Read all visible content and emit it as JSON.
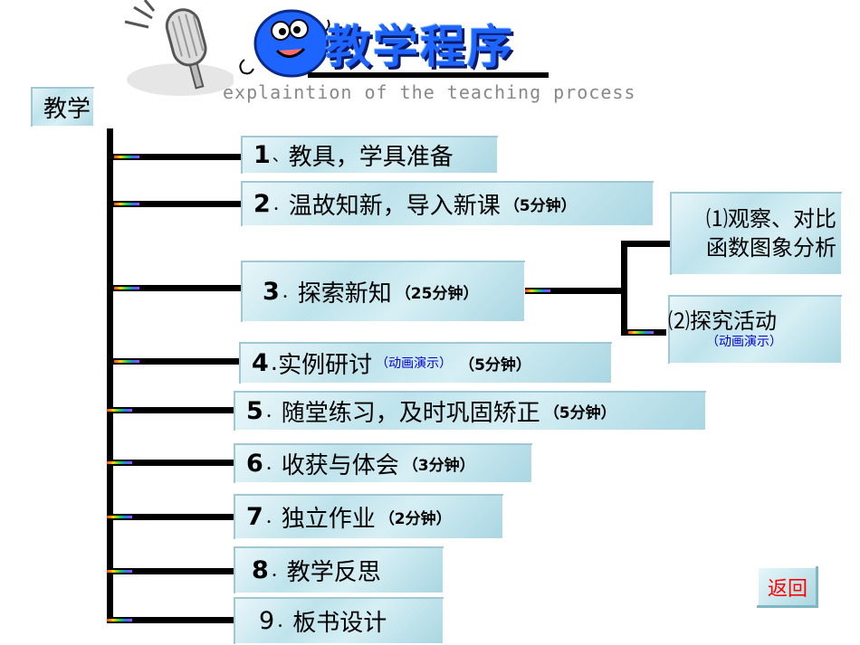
{
  "header": {
    "title": "教学程序",
    "subtitle": "explaintion of the teaching process",
    "left_tab": "教学"
  },
  "steps": [
    {
      "num": "1",
      "sep": "、",
      "text": "教具，学具准备",
      "time": ""
    },
    {
      "num": "2",
      "sep": "．",
      "text": "温故知新，导入新课",
      "time": "（5分钟）"
    },
    {
      "num": "3",
      "sep": "．",
      "text": "探索新知",
      "time": "（25分钟）"
    },
    {
      "num": "4",
      "sep": ".",
      "text": "实例研讨",
      "anim": "（动画演示）",
      "time": "（5分钟）"
    },
    {
      "num": "5",
      "sep": "．",
      "text": "随堂练习，及时巩固矫正",
      "time": "（5分钟）"
    },
    {
      "num": "6",
      "sep": "．",
      "text": "收获与体会",
      "time": "（3分钟）"
    },
    {
      "num": "7",
      "sep": "．",
      "text": "独立作业",
      "time": "（2分钟）"
    },
    {
      "num": "8",
      "sep": "．",
      "text": "教学反思",
      "time": ""
    },
    {
      "num": "9",
      "sep": "．",
      "text": "板书设计",
      "time": ""
    }
  ],
  "substeps": [
    {
      "line1": "⑴观察、对比",
      "line2": "函数图象分析"
    },
    {
      "line1": "⑵探究活动",
      "anim": "（动画演示）"
    }
  ],
  "nav": {
    "back_label": "返回"
  },
  "colors": {
    "title": "#1e64ff",
    "back_text": "#ff0000",
    "anim_text": "#0000cc"
  }
}
